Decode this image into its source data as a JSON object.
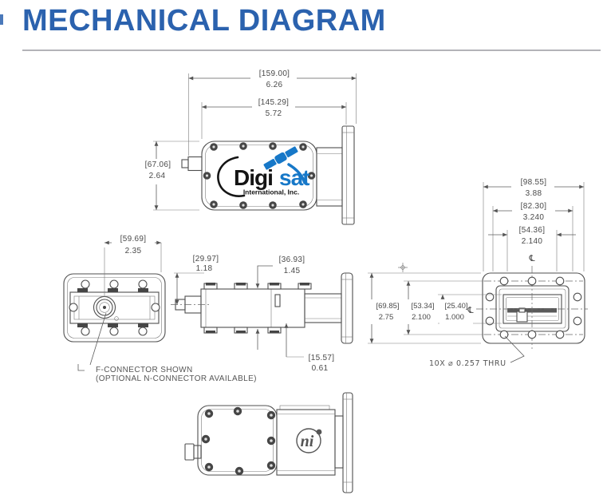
{
  "page": {
    "title": "MECHANICAL DIAGRAM"
  },
  "colors": {
    "title_blue": "#2b62ae",
    "logo_blue": "#1778c8",
    "logo_black": "#141414",
    "line_gray": "#4f4f4f"
  },
  "watermark": {
    "brand_black": "Digi",
    "brand_blue": "sat",
    "subtitle": "International, Inc."
  },
  "views": {
    "top": {
      "dim_width_outer": {
        "mm": "[159.00]",
        "in": "6.26"
      },
      "dim_width_body": {
        "mm": "[145.29]",
        "in": "5.72"
      },
      "dim_height_body": {
        "mm": "[67.06]",
        "in": "2.64"
      }
    },
    "front": {
      "dim_connector_offset": {
        "mm": "[59.69]",
        "in": "2.35"
      },
      "note_line1": "F-CONNECTOR SHOWN",
      "note_line2": "(OPTIONAL N-CONNECTOR AVAILABLE)"
    },
    "side": {
      "dim_height_to_center": {
        "mm": "[29.97]",
        "in": "1.18"
      },
      "dim_body_height": {
        "mm": "[36.93]",
        "in": "1.45"
      },
      "dim_base_offset": {
        "mm": "[15.57]",
        "in": "0.61"
      }
    },
    "rear": {
      "dim_flange_width": {
        "mm": "[98.55]",
        "in": "3.88"
      },
      "dim_hole_span_w": {
        "mm": "[82.30]",
        "in": "3.240"
      },
      "dim_hole_pitch_w": {
        "mm": "[54.36]",
        "in": "2.140"
      },
      "dim_flange_height": {
        "mm": "[69.85]",
        "in": "2.75"
      },
      "dim_hole_span_h": {
        "mm": "[53.34]",
        "in": "2.100"
      },
      "dim_opening_h": {
        "mm": "[25.40]",
        "in": "1.000"
      },
      "centerline_top": "℄",
      "centerline_left": "℄",
      "hole_note": "10X ⌀ 0.257 THRU"
    },
    "bottom": {
      "logo_mark": "ni"
    }
  }
}
